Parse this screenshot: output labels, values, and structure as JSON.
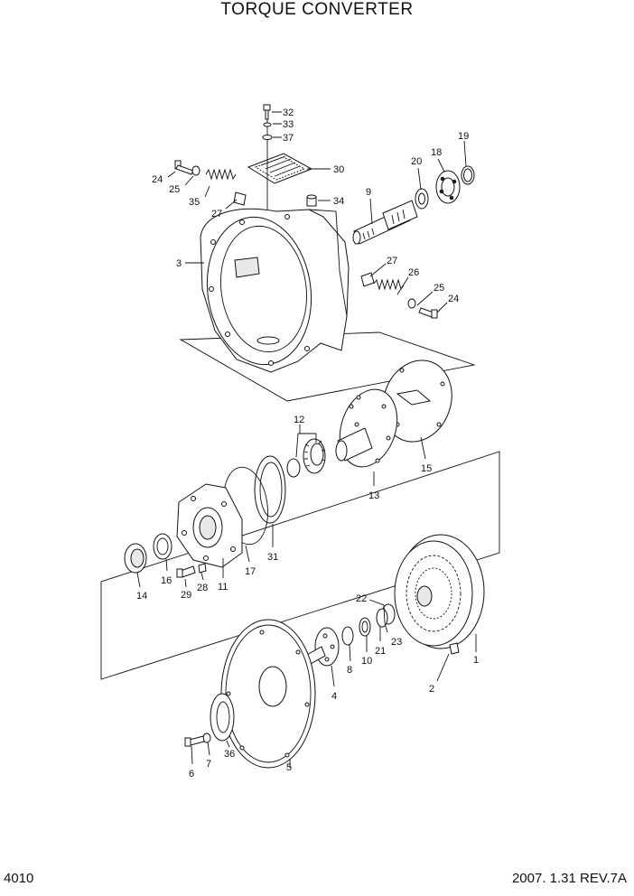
{
  "header": {
    "title": "TORQUE CONVERTER"
  },
  "footer": {
    "page_number": "4010",
    "revision": "2007. 1.31  REV.7A"
  },
  "callouts": [
    {
      "id": "c32",
      "label": "32"
    },
    {
      "id": "c33",
      "label": "33"
    },
    {
      "id": "c37",
      "label": "37"
    },
    {
      "id": "c30",
      "label": "30"
    },
    {
      "id": "c24a",
      "label": "24"
    },
    {
      "id": "c25a",
      "label": "25"
    },
    {
      "id": "c35",
      "label": "35"
    },
    {
      "id": "c27a",
      "label": "27"
    },
    {
      "id": "c34",
      "label": "34"
    },
    {
      "id": "c9",
      "label": "9"
    },
    {
      "id": "c20",
      "label": "20"
    },
    {
      "id": "c18",
      "label": "18"
    },
    {
      "id": "c19",
      "label": "19"
    },
    {
      "id": "c3",
      "label": "3"
    },
    {
      "id": "c27b",
      "label": "27"
    },
    {
      "id": "c26",
      "label": "26"
    },
    {
      "id": "c25b",
      "label": "25"
    },
    {
      "id": "c24b",
      "label": "24"
    },
    {
      "id": "c12",
      "label": "12"
    },
    {
      "id": "c13",
      "label": "13"
    },
    {
      "id": "c15",
      "label": "15"
    },
    {
      "id": "c31",
      "label": "31"
    },
    {
      "id": "c17",
      "label": "17"
    },
    {
      "id": "c11",
      "label": "11"
    },
    {
      "id": "c28",
      "label": "28"
    },
    {
      "id": "c29",
      "label": "29"
    },
    {
      "id": "c16",
      "label": "16"
    },
    {
      "id": "c14",
      "label": "14"
    },
    {
      "id": "c22",
      "label": "22"
    },
    {
      "id": "c23",
      "label": "23"
    },
    {
      "id": "c21",
      "label": "21"
    },
    {
      "id": "c10",
      "label": "10"
    },
    {
      "id": "c8",
      "label": "8"
    },
    {
      "id": "c4",
      "label": "4"
    },
    {
      "id": "c1",
      "label": "1"
    },
    {
      "id": "c2",
      "label": "2"
    },
    {
      "id": "c36",
      "label": "36"
    },
    {
      "id": "c5",
      "label": "5"
    },
    {
      "id": "c6",
      "label": "6"
    },
    {
      "id": "c7",
      "label": "7"
    }
  ]
}
